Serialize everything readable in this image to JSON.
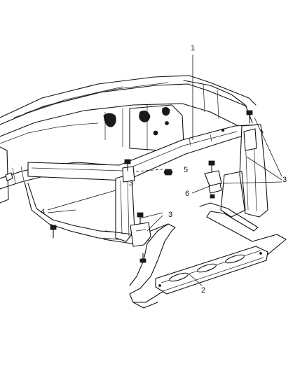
{
  "callouts": {
    "c1": "1",
    "c2": "2",
    "c3a": "3",
    "c3b": "3",
    "c3c": "3",
    "c4": "4",
    "c5": "5",
    "c6": "6"
  }
}
